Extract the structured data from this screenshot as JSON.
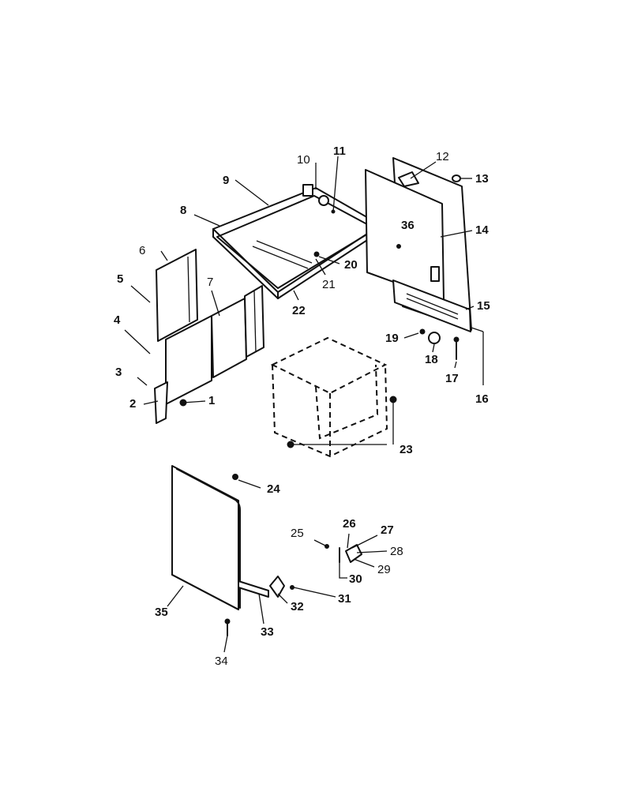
{
  "callouts": {
    "c1": "1",
    "c2": "2",
    "c3": "3",
    "c4": "4",
    "c5": "5",
    "c6": "6",
    "c7": "7",
    "c8": "8",
    "c9": "9",
    "c10": "10",
    "c11": "11",
    "c12": "12",
    "c13": "13",
    "c14": "14",
    "c15": "15",
    "c16": "16",
    "c17": "17",
    "c18": "18",
    "c19": "19",
    "c20": "20",
    "c21": "21",
    "c22": "22",
    "c23": "23",
    "c24": "24",
    "c25": "25",
    "c26": "26",
    "c27": "27",
    "c28": "28",
    "c29": "29",
    "c30": "30",
    "c31": "31",
    "c32": "32",
    "c33": "33",
    "c34": "34",
    "c35": "35",
    "c36": "36"
  }
}
